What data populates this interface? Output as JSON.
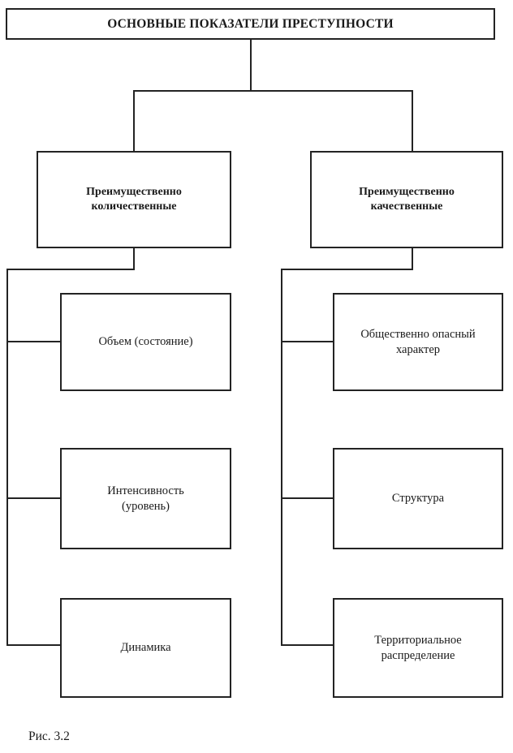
{
  "figure": {
    "caption": "Рис. 3.2",
    "title": "ОСНОВНЫЕ ПОКАЗАТЕЛИ ПРЕСТУПНОСТИ",
    "line_color": "#232323",
    "background": "#ffffff"
  },
  "nodes": {
    "root": "ОСНОВНЫЕ ПОКАЗАТЕЛИ ПРЕСТУПНОСТИ",
    "branch_left": "Преимущественно\nколичественные",
    "branch_right": "Преимущественно\nкачественные",
    "left_children": [
      "Объем  (состояние)",
      "Интенсивность\n(уровень)",
      "Динамика"
    ],
    "right_children": [
      "Общественно опасный\nхарактер",
      "Структура",
      "Территориальное\nраспределение"
    ]
  },
  "chart_data": {
    "type": "diagram",
    "title": "ОСНОВНЫЕ ПОКАЗАТЕЛИ ПРЕСТУПНОСТИ",
    "caption": "Рис. 3.2",
    "orientation": "top-down tree",
    "levels": 3,
    "tree": {
      "label": "ОСНОВНЫЕ ПОКАЗАТЕЛИ ПРЕСТУПНОСТИ",
      "children": [
        {
          "label": "Преимущественно количественные",
          "children": [
            {
              "label": "Объем (состояние)"
            },
            {
              "label": "Интенсивность (уровень)"
            },
            {
              "label": "Динамика"
            }
          ]
        },
        {
          "label": "Преимущественно качественные",
          "children": [
            {
              "label": "Общественно опасный характер"
            },
            {
              "label": "Структура"
            },
            {
              "label": "Территориальное распределение"
            }
          ]
        }
      ]
    }
  }
}
